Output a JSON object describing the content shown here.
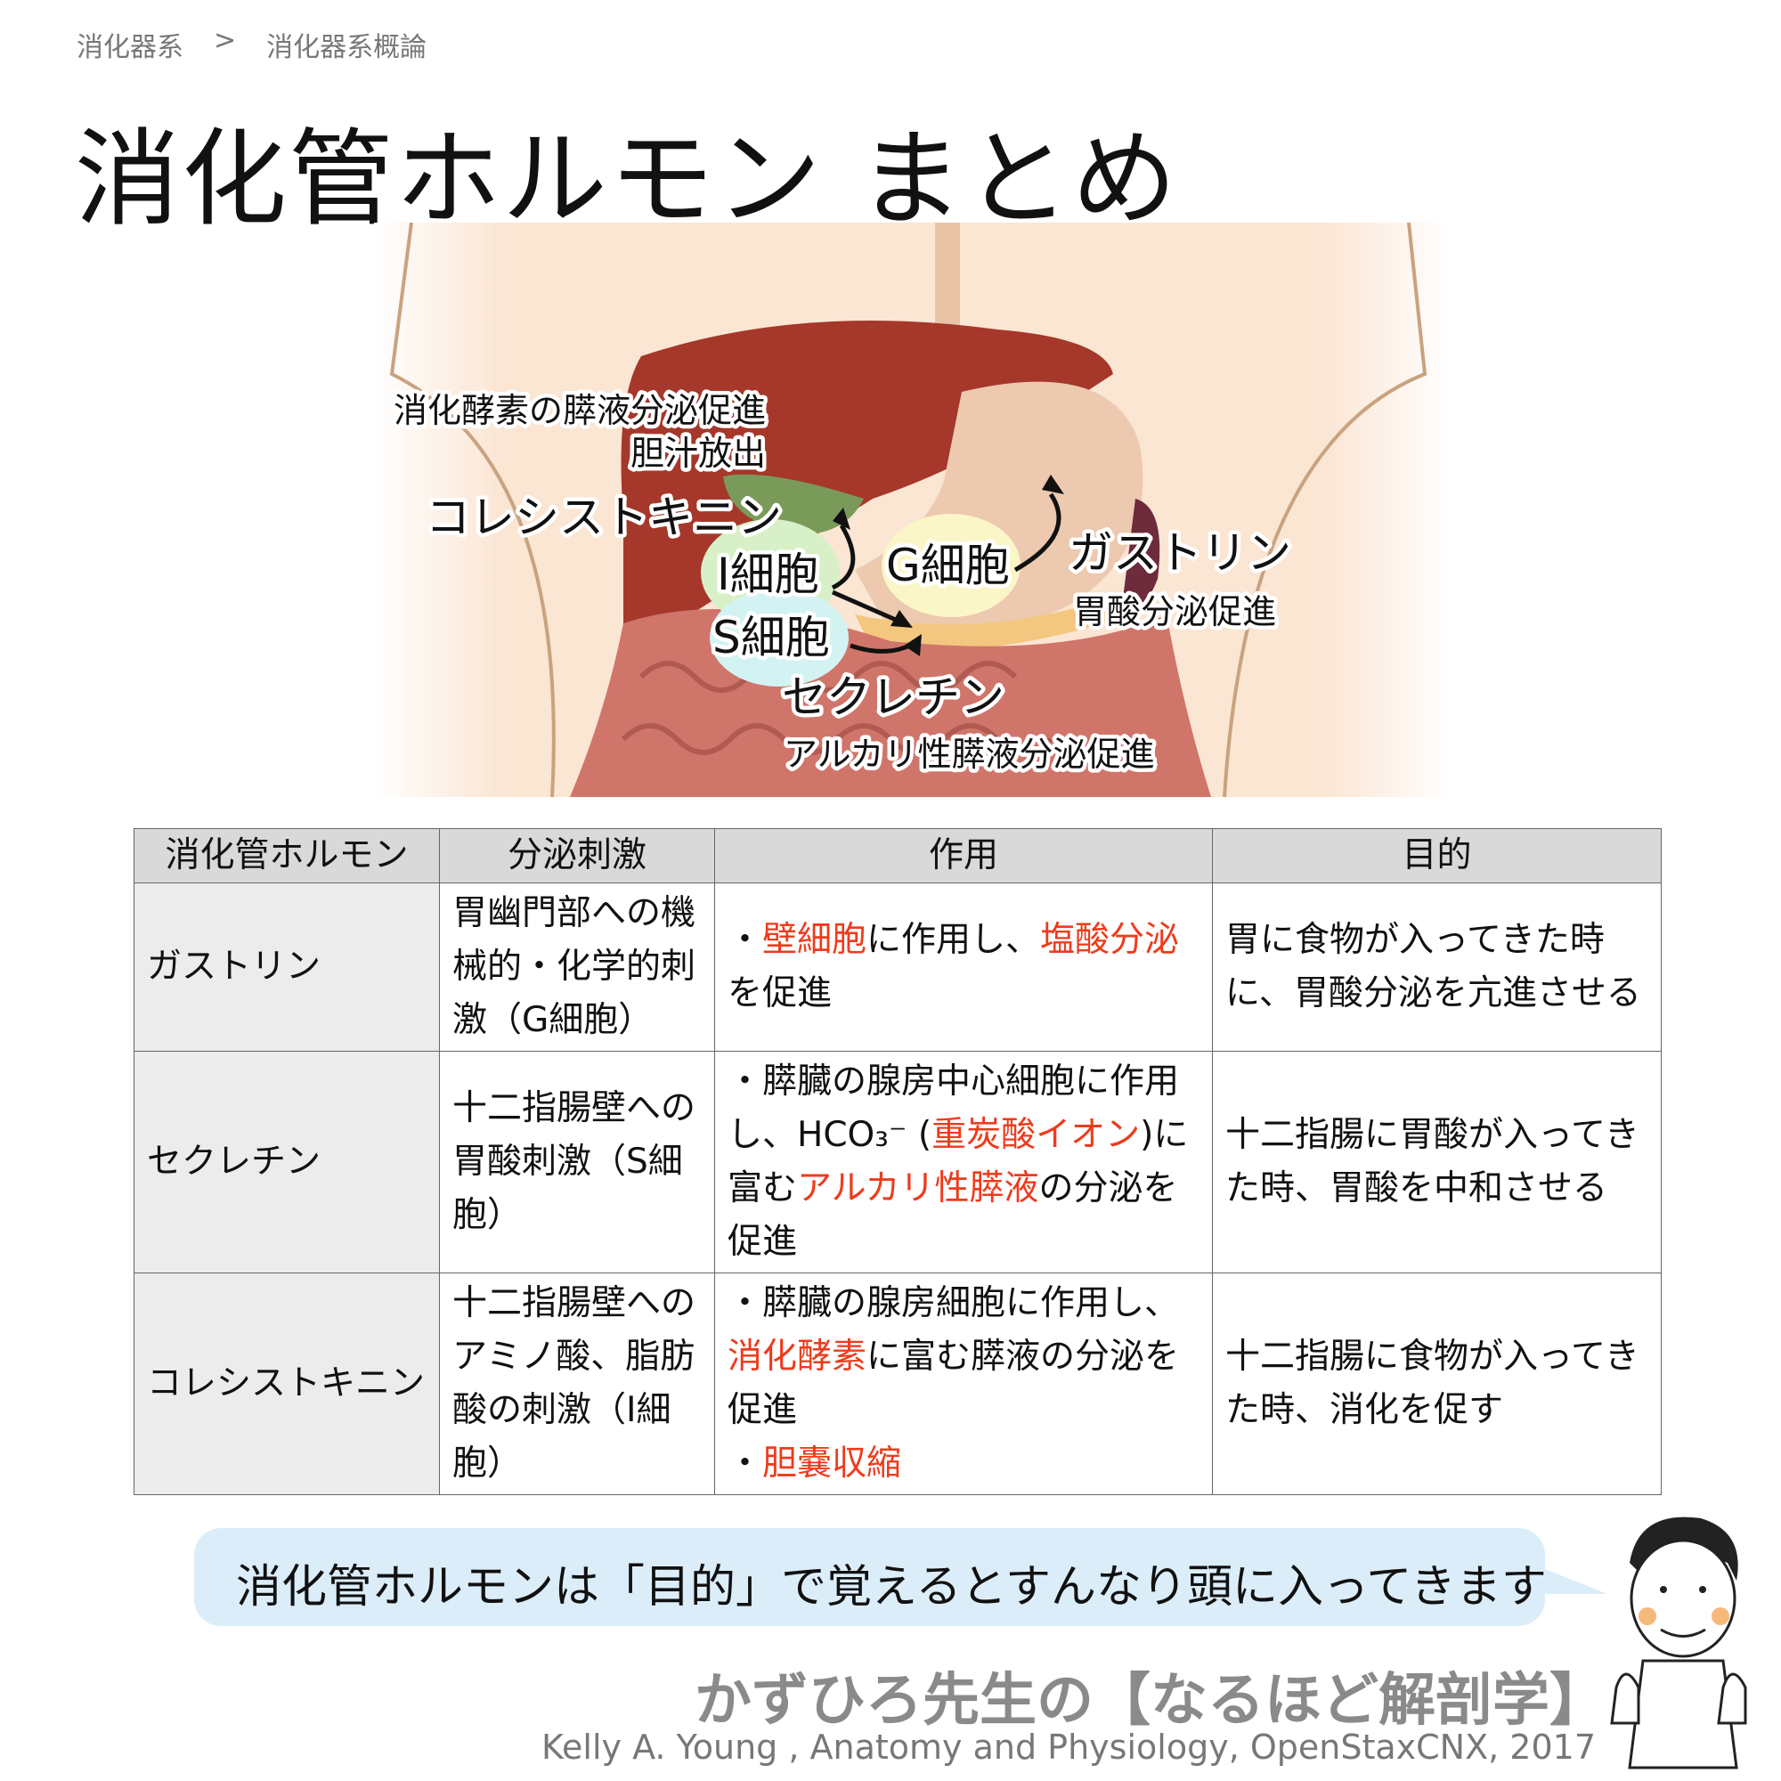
{
  "breadcrumb": {
    "parent": "消化器系",
    "separator": ">",
    "current": "消化器系概論"
  },
  "title": "消化管ホルモン まとめ",
  "diagram": {
    "cck_effect_1": "消化酵素の膵液分泌促進",
    "cck_effect_2": "胆汁放出",
    "cck": "コレシストキニン",
    "i_cell": "I細胞",
    "g_cell": "G細胞",
    "s_cell": "S細胞",
    "gastrin": "ガストリン",
    "gastrin_effect": "胃酸分泌促進",
    "secretin": "セクレチン",
    "secretin_effect": "アルカリ性膵液分泌促進"
  },
  "table": {
    "headers": [
      "消化管ホルモン",
      "分泌刺激",
      "作用",
      "目的"
    ],
    "rows": [
      {
        "hormone": "ガストリン",
        "stimulus": "胃幽門部への機械的・化学的刺激（G細胞）",
        "action": {
          "b": "・",
          "r1": "壁細胞",
          "t1": "に作用し、",
          "r2": "塩酸分泌",
          "t2": "を促進"
        },
        "purpose": "胃に食物が入ってきた時に、胃酸分泌を亢進させる"
      },
      {
        "hormone": "セクレチン",
        "stimulus": "十二指腸壁への胃酸刺激（S細胞）",
        "action": {
          "b": "・",
          "t1": "膵臓の腺房中心細胞に作用し、HCO₃⁻ (",
          "r1": "重炭酸イオン",
          "t2": ")に富む",
          "r2": "アルカリ性膵液",
          "t3": "の分泌を促進"
        },
        "purpose": "十二指腸に胃酸が入ってきた時、胃酸を中和させる"
      },
      {
        "hormone": "コレシストキニン",
        "stimulus": "十二指腸壁へのアミノ酸、脂肪酸の刺激（I細胞）",
        "action": {
          "b": "・",
          "t1": "膵臓の腺房細胞に作用し、",
          "r1": "消化酵素",
          "t2": "に富む膵液の分泌を促進",
          "r2": "胆嚢収縮"
        },
        "purpose": "十二指腸に食物が入ってきた時、消化を促す"
      }
    ]
  },
  "bubble": "消化管ホルモンは「目的」で覚えるとすんなり頭に入ってきます",
  "brand": "かずひろ先生の【なるほど解剖学】",
  "credit": "Kelly A. Young , Anatomy and Physiology, OpenStaxCNX, 2017",
  "colors": {
    "highlight": "#ee3b1c",
    "bubble": "#dcedfa",
    "header": "#d9d9d9"
  }
}
